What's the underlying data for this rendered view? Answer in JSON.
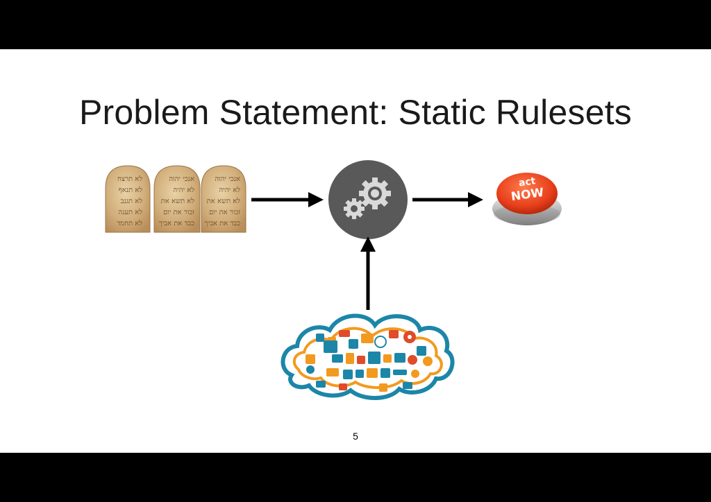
{
  "slide": {
    "title": "Problem Statement: Static Rulesets",
    "page_number": "5"
  },
  "tablets": {
    "lines_left": [
      "לא תרצח",
      "לא תנאף",
      "לא תגנב",
      "לא תענה",
      "לא תחמד"
    ],
    "lines_middle": [
      "אנכי יהוה",
      "לא יהיה",
      "לא תשא את",
      "זכור את יום",
      "כבד את אביך"
    ],
    "lines_right": [
      "אנכי יהוה",
      "לא יהיה",
      "לא תשא את",
      "זכור את יום",
      "כבד את אביך"
    ]
  },
  "button": {
    "line1": "act",
    "line2": "NOW"
  },
  "colors": {
    "slide_bg": "#ffffff",
    "letterbox": "#000000",
    "gear_circle": "#595959",
    "arrow": "#000000",
    "button_red": "#e8401c",
    "stone": "#d9b98a"
  },
  "icons": {
    "processor": "gears-icon",
    "rules": "stone-tablets-icon",
    "action": "act-now-button-icon",
    "context": "social-media-cloud-icon"
  }
}
